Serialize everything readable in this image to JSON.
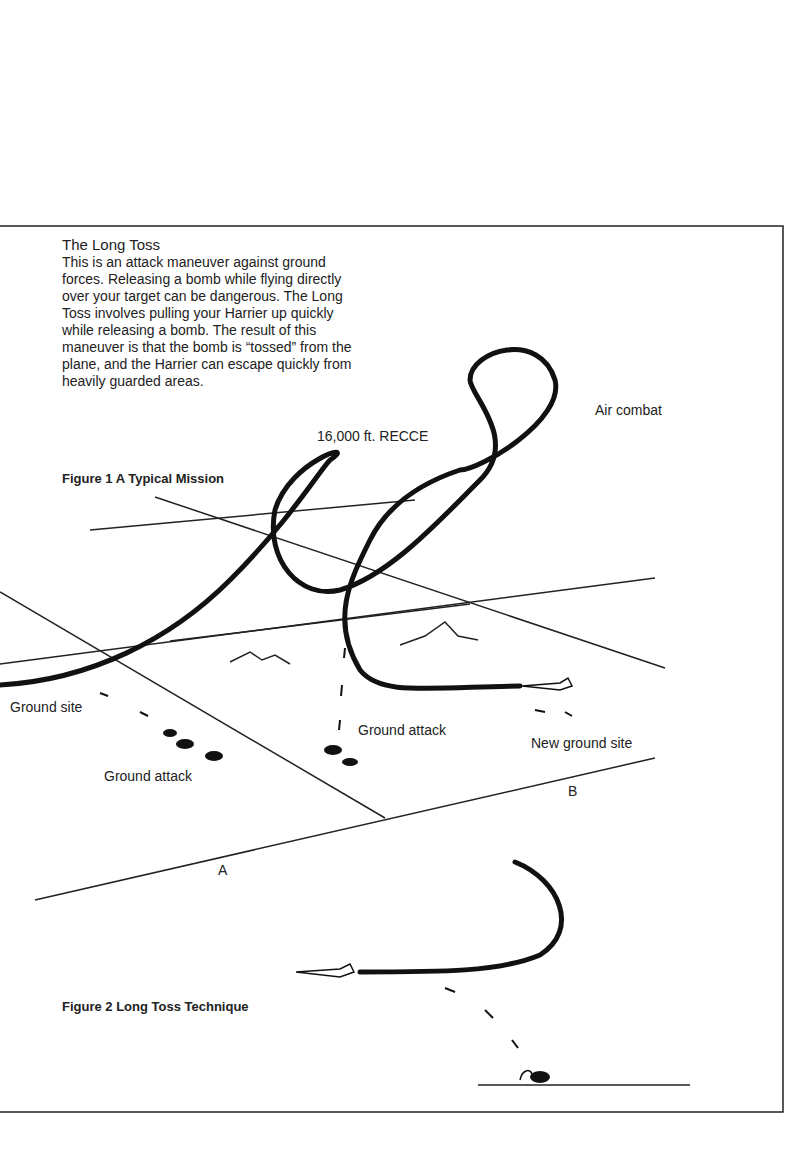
{
  "diagram": {
    "title": "The Long Toss",
    "labels": [
      "This is an attack maneuver against ground forces. Releasing a bomb while flying directly over your target can be dangerous. The Long Toss involves pulling your Harrier up quickly while releasing a bomb. The result of this maneuver is that the bomb is “tossed” from the plane, and the Harrier can escape quickly from heavily guarded areas.",
      "16,000 ft. RECCE",
      "Air combat",
      "Figure 1 A Typical Mission",
      "Ground site",
      "Ground attack",
      "Ground attack",
      "New ground site",
      "B",
      "A",
      "Figure 2 Long Toss Technique"
    ]
  }
}
